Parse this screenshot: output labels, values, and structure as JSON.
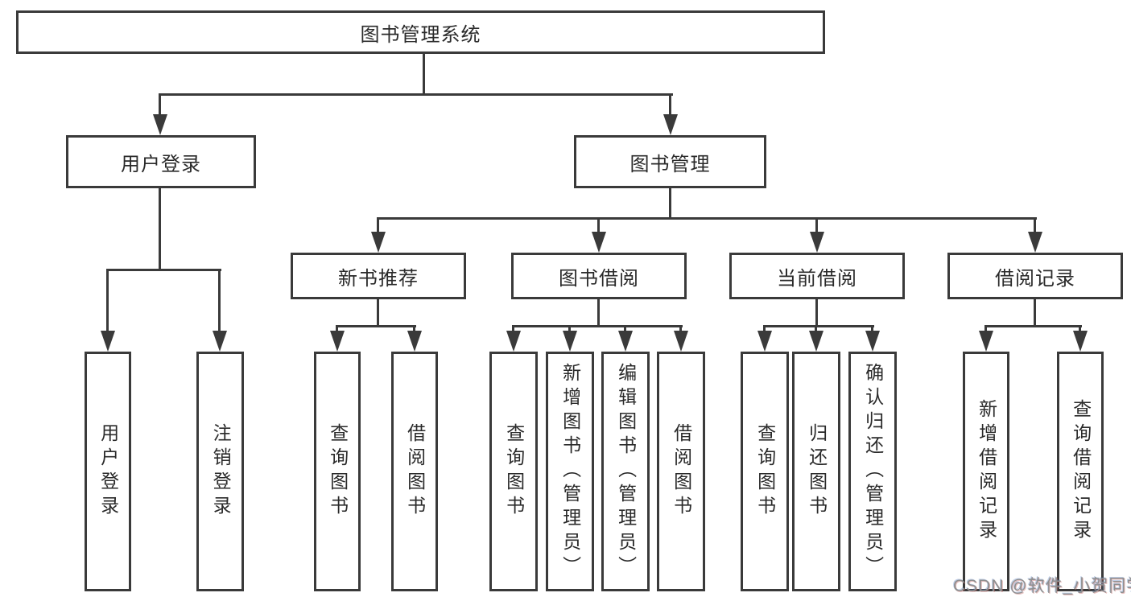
{
  "diagram": {
    "root": "图书管理系统",
    "level2": {
      "user_login": "用户登录",
      "book_mgmt": "图书管理"
    },
    "level3": {
      "new_books": "新书推荐",
      "book_borrow": "图书借阅",
      "current_borrow": "当前借阅",
      "borrow_records": "借阅记录"
    },
    "leaves": {
      "user_login": [
        "用户登录",
        "注销登录"
      ],
      "new_books": [
        "查询图书",
        "借阅图书"
      ],
      "book_borrow": [
        "查询图书",
        "新增图书（管理员）",
        "编辑图书（管理员）",
        "借阅图书"
      ],
      "current_borrow": [
        "查询图书",
        "归还图书",
        "确认归还（管理员）"
      ],
      "borrow_records": [
        "新增借阅记录",
        "查询借阅记录"
      ]
    },
    "colors": {
      "line": "#3a3a3a",
      "text": "#2a2a2a",
      "background": "#ffffff",
      "watermark": "#8f8f8f"
    }
  },
  "watermark": "CSDN @软件_小贺同学"
}
